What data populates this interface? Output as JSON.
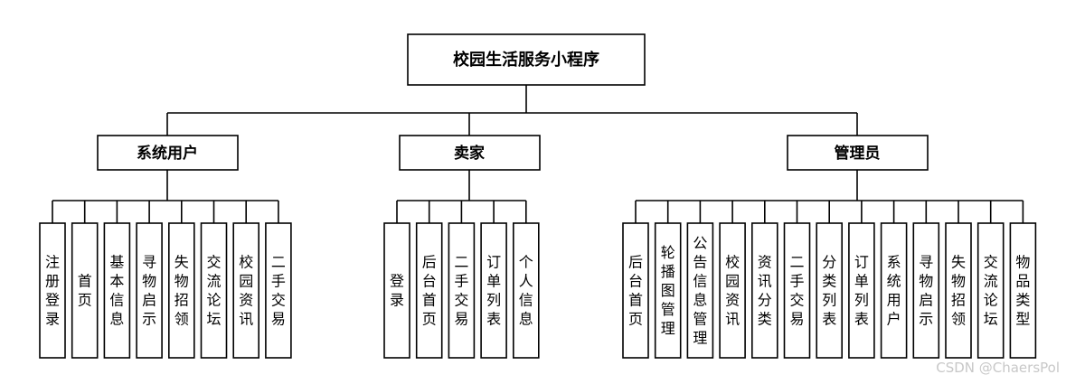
{
  "root": {
    "label": "校园生活服务小程序"
  },
  "categories": [
    {
      "label": "系统用户",
      "children": [
        "注册登录",
        "首页",
        "基本信息",
        "寻物启示",
        "失物招领",
        "交流论坛",
        "校园资讯",
        "二手交易"
      ]
    },
    {
      "label": "卖家",
      "children": [
        "登录",
        "后台首页",
        "二手交易",
        "订单列表",
        "个人信息"
      ]
    },
    {
      "label": "管理员",
      "children": [
        "后台首页",
        "轮播图管理",
        "公告信息管理",
        "校园资讯",
        "资讯分类",
        "二手交易",
        "分类列表",
        "订单列表",
        "系统用户",
        "寻物启示",
        "失物招领",
        "交流论坛",
        "物品类型"
      ]
    }
  ],
  "watermark": "CSDN @ChaersPol"
}
